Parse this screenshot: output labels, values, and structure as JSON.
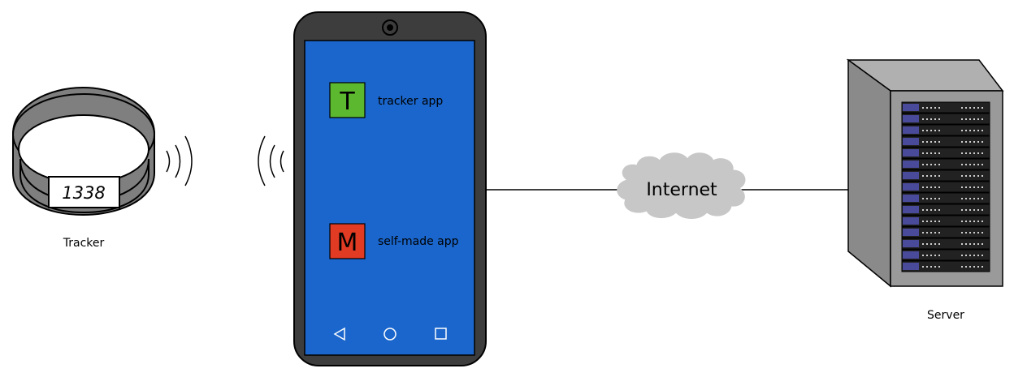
{
  "tracker": {
    "display_value": "1338",
    "label": "Tracker"
  },
  "phone": {
    "screen_color": "#1a66cc",
    "apps": [
      {
        "icon_letter": "T",
        "icon_color": "#5cb82e",
        "label": "tracker app"
      },
      {
        "icon_letter": "M",
        "icon_color": "#e23b23",
        "label": "self-made app"
      }
    ],
    "nav_icons": [
      "back-triangle-icon",
      "home-circle-icon",
      "recents-square-icon"
    ]
  },
  "cloud": {
    "label": "Internet"
  },
  "server": {
    "label": "Server"
  }
}
